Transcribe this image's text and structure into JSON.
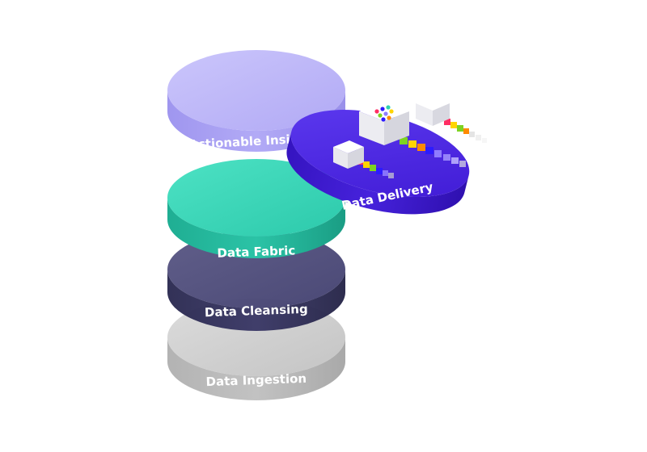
{
  "layers": {
    "ingestion": {
      "label": "Data Ingestion",
      "color": "#c9c9c9"
    },
    "cleansing": {
      "label": "Data Cleansing",
      "color": "#3c3a63"
    },
    "fabric": {
      "label": "Data Fabric",
      "color": "#2fd1b2"
    },
    "insights": {
      "label": "Actionable Insights",
      "color": "#b9b2f7"
    },
    "delivery": {
      "label": "Data Delivery",
      "color": "#4a24e0"
    }
  },
  "icons": {
    "delivery_boxes": "server-box-icon",
    "data_stream": "data-cube-icon",
    "brand_logo": "brand-logo-icon"
  },
  "stream_colors": [
    "#ff2e63",
    "#ffd400",
    "#7ed321",
    "#ff8a00",
    "#2d1bff",
    "#8f7cff",
    "#cfcfcf"
  ]
}
